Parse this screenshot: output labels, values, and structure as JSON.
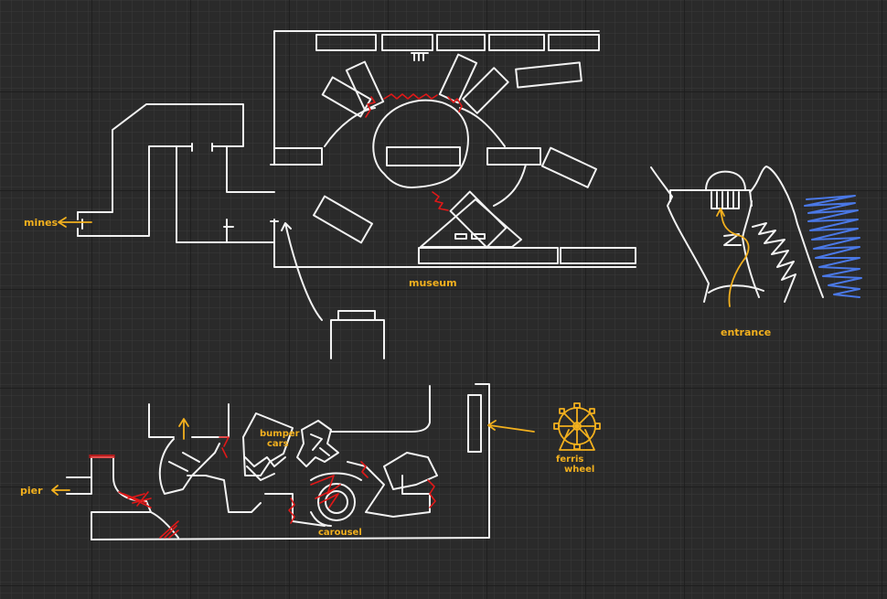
{
  "canvas": {
    "background": "#2a2a2a",
    "grid_minor": "#3a3a3a",
    "grid_major": "#1a1a1a"
  },
  "colors": {
    "walls": "#f2f2f2",
    "labels": "#f2b01e",
    "blocked": "#e01818",
    "water": "#4a78e6"
  },
  "labels": {
    "mines": "mines",
    "museum": "museum",
    "entrance": "entrance",
    "pier": "pier",
    "bumper": "bumper",
    "cars": "cars",
    "ferris": "ferris",
    "wheel": "wheel",
    "carousel": "carousel"
  },
  "icons": {
    "ferris_wheel": "ferris-wheel-icon",
    "exit_arrows": "arrow-icon"
  }
}
